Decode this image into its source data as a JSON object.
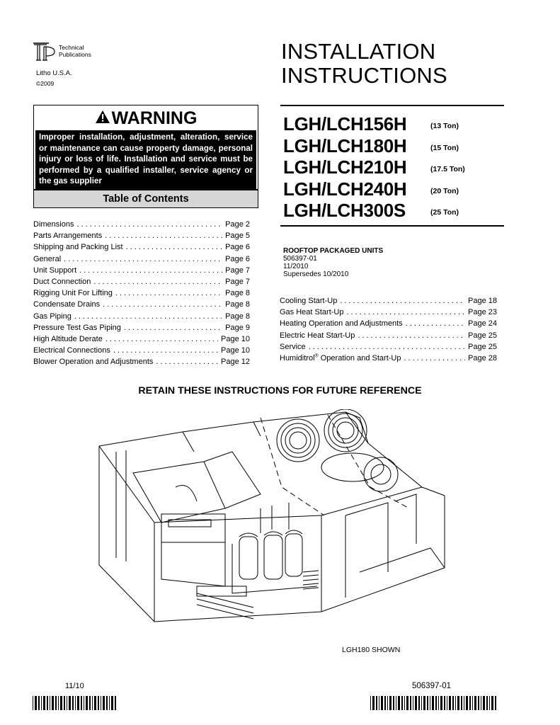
{
  "header": {
    "logo_line1": "Technical",
    "logo_line2": "Publications",
    "litho": "Litho U.S.A.",
    "copyright": "©2009"
  },
  "title": {
    "line1": "INSTALLATION",
    "line2": "INSTRUCTIONS"
  },
  "warning": {
    "heading": "WARNING",
    "body": "Improper installation, adjustment, alteration, service or maintenance can cause property damage, personal injury or loss of life. Installation and service must be performed by a qualified installer, service agency or the gas supplier"
  },
  "toc": {
    "heading": "Table of Contents",
    "left": [
      {
        "label": "Dimensions",
        "page": "Page 2"
      },
      {
        "label": "Parts Arrangements",
        "page": "Page 5"
      },
      {
        "label": "Shipping and Packing List",
        "page": "Page 6"
      },
      {
        "label": "General",
        "page": "Page 6"
      },
      {
        "label": "Unit Support",
        "page": "Page 7"
      },
      {
        "label": "Duct Connection",
        "page": "Page 7"
      },
      {
        "label": "Rigging Unit For Lifting",
        "page": "Page 8"
      },
      {
        "label": "Condensate Drains",
        "page": "Page 8"
      },
      {
        "label": "Gas Piping",
        "page": "Page 8"
      },
      {
        "label": "Pressure Test Gas Piping",
        "page": "Page 9"
      },
      {
        "label": "High Altitude Derate",
        "page": "Page 10"
      },
      {
        "label": "Electrical Connections",
        "page": "Page 10"
      },
      {
        "label": "Blower Operation and Adjustments",
        "page": "Page 12"
      }
    ],
    "right": [
      {
        "label": "Cooling Start-Up",
        "page": "Page 18"
      },
      {
        "label": "Gas Heat Start-Up",
        "page": "Page 23"
      },
      {
        "label": "Heating Operation and Adjustments",
        "page": "Page 24"
      },
      {
        "label": "Electric Heat Start-Up",
        "page": "Page 25"
      },
      {
        "label": "Service",
        "page": "Page 25"
      },
      {
        "label": "Humiditrol",
        "label_mark": "®",
        "label_rest": " Operation and Start-Up",
        "page": "Page 28"
      }
    ]
  },
  "models": [
    {
      "name": "LGH/LCH156H",
      "tons": "(13 Ton)"
    },
    {
      "name": "LGH/LCH180H",
      "tons": "(15 Ton)"
    },
    {
      "name": "LGH/LCH210H",
      "tons": "(17.5 Ton)"
    },
    {
      "name": "LGH/LCH240H",
      "tons": "(20 Ton)"
    },
    {
      "name": "LGH/LCH300S",
      "tons": "(25 Ton)"
    }
  ],
  "doc_info": {
    "heading": "ROOFTOP PACKAGED UNITS",
    "part_number": "506397-01",
    "date": "11/2010",
    "supersedes": "Supersedes 10/2010"
  },
  "retain": "RETAIN THESE INSTRUCTIONS FOR FUTURE REFERENCE",
  "illustration": {
    "caption": "LGH180 SHOWN"
  },
  "footer": {
    "date": "11/10",
    "part_number": "506397-01"
  }
}
